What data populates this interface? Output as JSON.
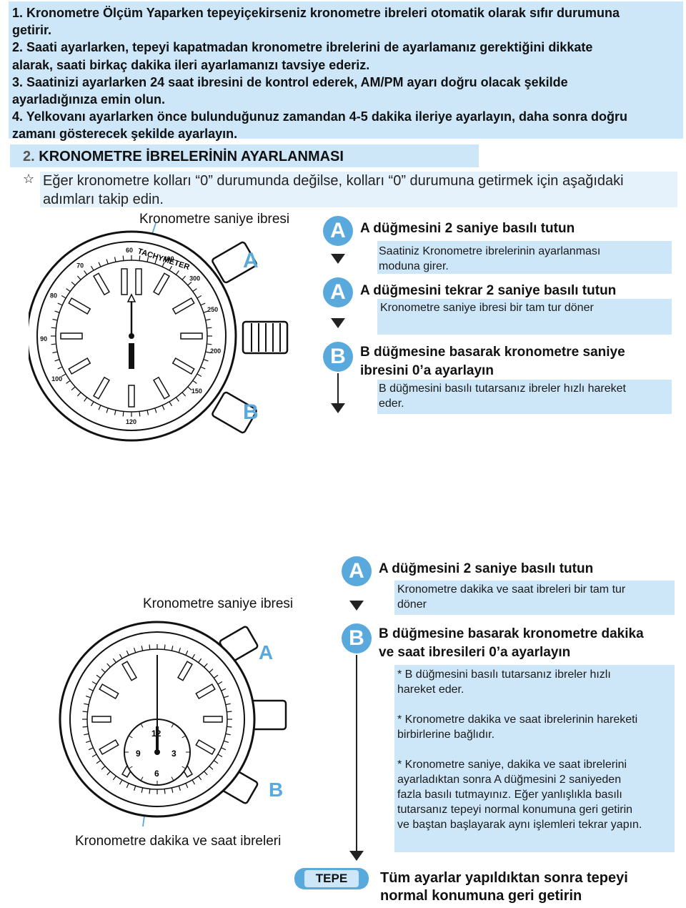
{
  "intro": {
    "line1a": "1.  Kronometre Ölçüm Yaparken tepeyiçekirseniz kronometre ibreleri otomatik olarak sıfır durumuna",
    "line1b": "getirir.",
    "line2a": "2. Saati ayarlarken, tepeyi kapatmadan kronometre ibrelerini de ayarlamanız gerektiğini dikkate",
    "line2b": "alarak, saati birkaç dakika ileri ayarlamanızı tavsiye ederiz.",
    "line3a": "3. Saatinizi ayarlarken 24 saat ibresini de kontrol ederek,  AM/PM ayarı doğru olacak şekilde",
    "line3b": "ayarladığınıza emin olun.",
    "line4a": "4. Yelkovanı ayarlarken önce bulunduğunuz zamandan 4-5 dakika ileriye ayarlayın, daha sonra doğru",
    "line4b": "zamanı gösterecek şekilde ayarlayın."
  },
  "section": {
    "number": "2.",
    "title": "KRONOMETRE İBRELERİNİN AYARLANMASI",
    "star": "☆",
    "intro_a": "Eğer kronometre kolları “0” durumunda değilse, kolları “0” durumuna getirmek için aşağıdaki",
    "intro_b": "adımları takip edin."
  },
  "part1": {
    "hand_label": "Kronometre saniye ibresi",
    "step1_badge": "A",
    "step1_title": "A düğmesini 2 saniye basılı tutun",
    "step1_note_a": "Saatiniz Kronometre ibrelerinin ayarlanması",
    "step1_note_b": "moduna girer.",
    "step2_badge": "A",
    "step2_title": "A düğmesini tekrar 2 saniye basılı tutun",
    "step2_note": "Kronometre saniye ibresi bir tam tur döner",
    "step3_badge": "B",
    "step3_title_a": "B düğmesine basarak kronometre saniye",
    "step3_title_b": "ibresini 0’a ayarlayın",
    "step3_note_a": "B düğmesini basılı tutarsanız ibreler hızlı hareket",
    "step3_note_b": "eder."
  },
  "part2": {
    "hand_label_top": "Kronometre saniye ibresi",
    "hand_label_bottom": "Kronometre dakika ve saat ibreleri",
    "step1_badge": "A",
    "step1_title": "A düğmesini 2 saniye basılı tutun",
    "step1_note_a": "Kronometre dakika ve saat ibreleri bir tam tur",
    "step1_note_b": "döner",
    "step2_badge": "B",
    "step2_title_a": "B düğmesine basarak kronometre dakika",
    "step2_title_b": "ve saat ibresileri 0’a ayarlayın",
    "notes": [
      "* B düğmesini basılı tutarsanız ibreler hızlı",
      "hareket eder.",
      "* Kronometre dakika ve saat ibrelerinin hareketi",
      "birbirlerine bağlıdır.",
      "* Kronometre saniye, dakika ve saat ibrelerini",
      "ayarladıktan sonra A düğmesini 2 saniyeden",
      "fazla basılı tutmayınız. Eğer yanlışlıkla basılı",
      "tutarsanız tepeyi normal konumuna geri getirin",
      "ve baştan başlayarak aynı işlemleri tekrar yapın."
    ],
    "crown_label": "TEPE",
    "final_a": "Tüm ayarlar yapıldıktan sonra tepeyi",
    "final_b": "normal konumuna geri getirin"
  },
  "watch": {
    "bezel_word": "TACHYMETER",
    "bezel_numbers": [
      "60",
      "70",
      "80",
      "90",
      "100",
      "120",
      "150",
      "200",
      "250",
      "300",
      "400"
    ],
    "subdial_numbers": [
      "12",
      "3",
      "6",
      "9"
    ],
    "button_top": "A",
    "button_bottom": "B"
  },
  "colors": {
    "highlight": "#cde6f8",
    "badge": "#5aa9dd",
    "crown_badge": "#5aa9dd"
  }
}
